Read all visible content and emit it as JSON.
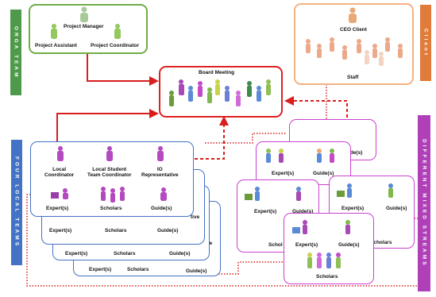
{
  "side_labels": {
    "orga_team": "ORGA TEAM",
    "four_local_teams": "FOUR LOCAL TEAMS",
    "client": "Client",
    "different_mixed_streams": "DIFFERENT MIXED STREAMS"
  },
  "orga_box": {
    "project_manager": "Project Manager",
    "project_assistant": "Project Assistant",
    "project_coordinator": "Project Coordinator"
  },
  "client_box": {
    "ceo_client": "CEO Client",
    "staff": "Staff"
  },
  "board_meeting": "Board Meeting",
  "local_team": {
    "local_coordinator": "Local\nCoordinator",
    "student_team_coordinator": "Local Student\nTeam Coordinator",
    "io_representative": "IO\nRepresentative",
    "representative_partial": "tive",
    "experts": "Expert(s)",
    "scholars": "Scholars",
    "guides": "Guide(s)"
  },
  "streams": {
    "experts": "Expert(s)",
    "guides": "Guide(s)",
    "scholars": "Scholars",
    "scholars_partial": "Schol"
  },
  "colors": {
    "orga_side": "#4f9a4a",
    "local_side": "#4472c4",
    "client_side": "#e07b3a",
    "streams_side": "#b040b8",
    "orga_border": "#70ad47",
    "client_border": "#f4b183",
    "board_border": "#e02020",
    "local_border": "#4472c4",
    "stream_border": "#cc3fd0",
    "wire_red": "#d81e1e"
  }
}
